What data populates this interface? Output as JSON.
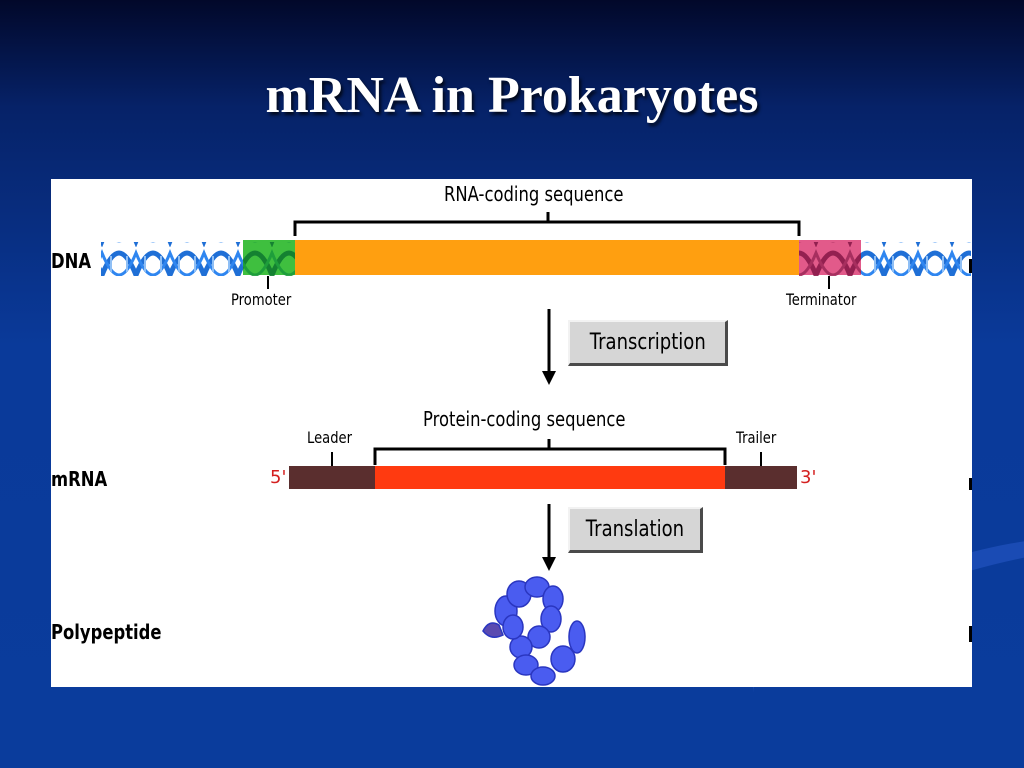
{
  "slide": {
    "title": "mRNA in Prokaryotes"
  },
  "diagram": {
    "rows": {
      "dna": "DNA",
      "mrna": "mRNA",
      "polypeptide": "Polypeptide"
    },
    "dna": {
      "rna_coding_sequence": "RNA-coding sequence",
      "promoter": "Promoter",
      "terminator": "Terminator"
    },
    "steps": {
      "transcription": "Transcription",
      "translation": "Translation"
    },
    "mrna": {
      "protein_coding_sequence": "Protein-coding sequence",
      "leader": "Leader",
      "trailer": "Trailer",
      "five_prime": "5'",
      "three_prime": "3'"
    },
    "colors": {
      "background": "#0a3a9a",
      "helix": "#1f6fd6",
      "promoter": "#3fbf3f",
      "rna_coding": "#ff9f10",
      "terminator": "#e25a8a",
      "leader_trailer": "#5a2e2e",
      "protein_coding": "#ff3a10",
      "end_labels": "#d42020",
      "polypeptide": "#4a5cf0"
    }
  }
}
